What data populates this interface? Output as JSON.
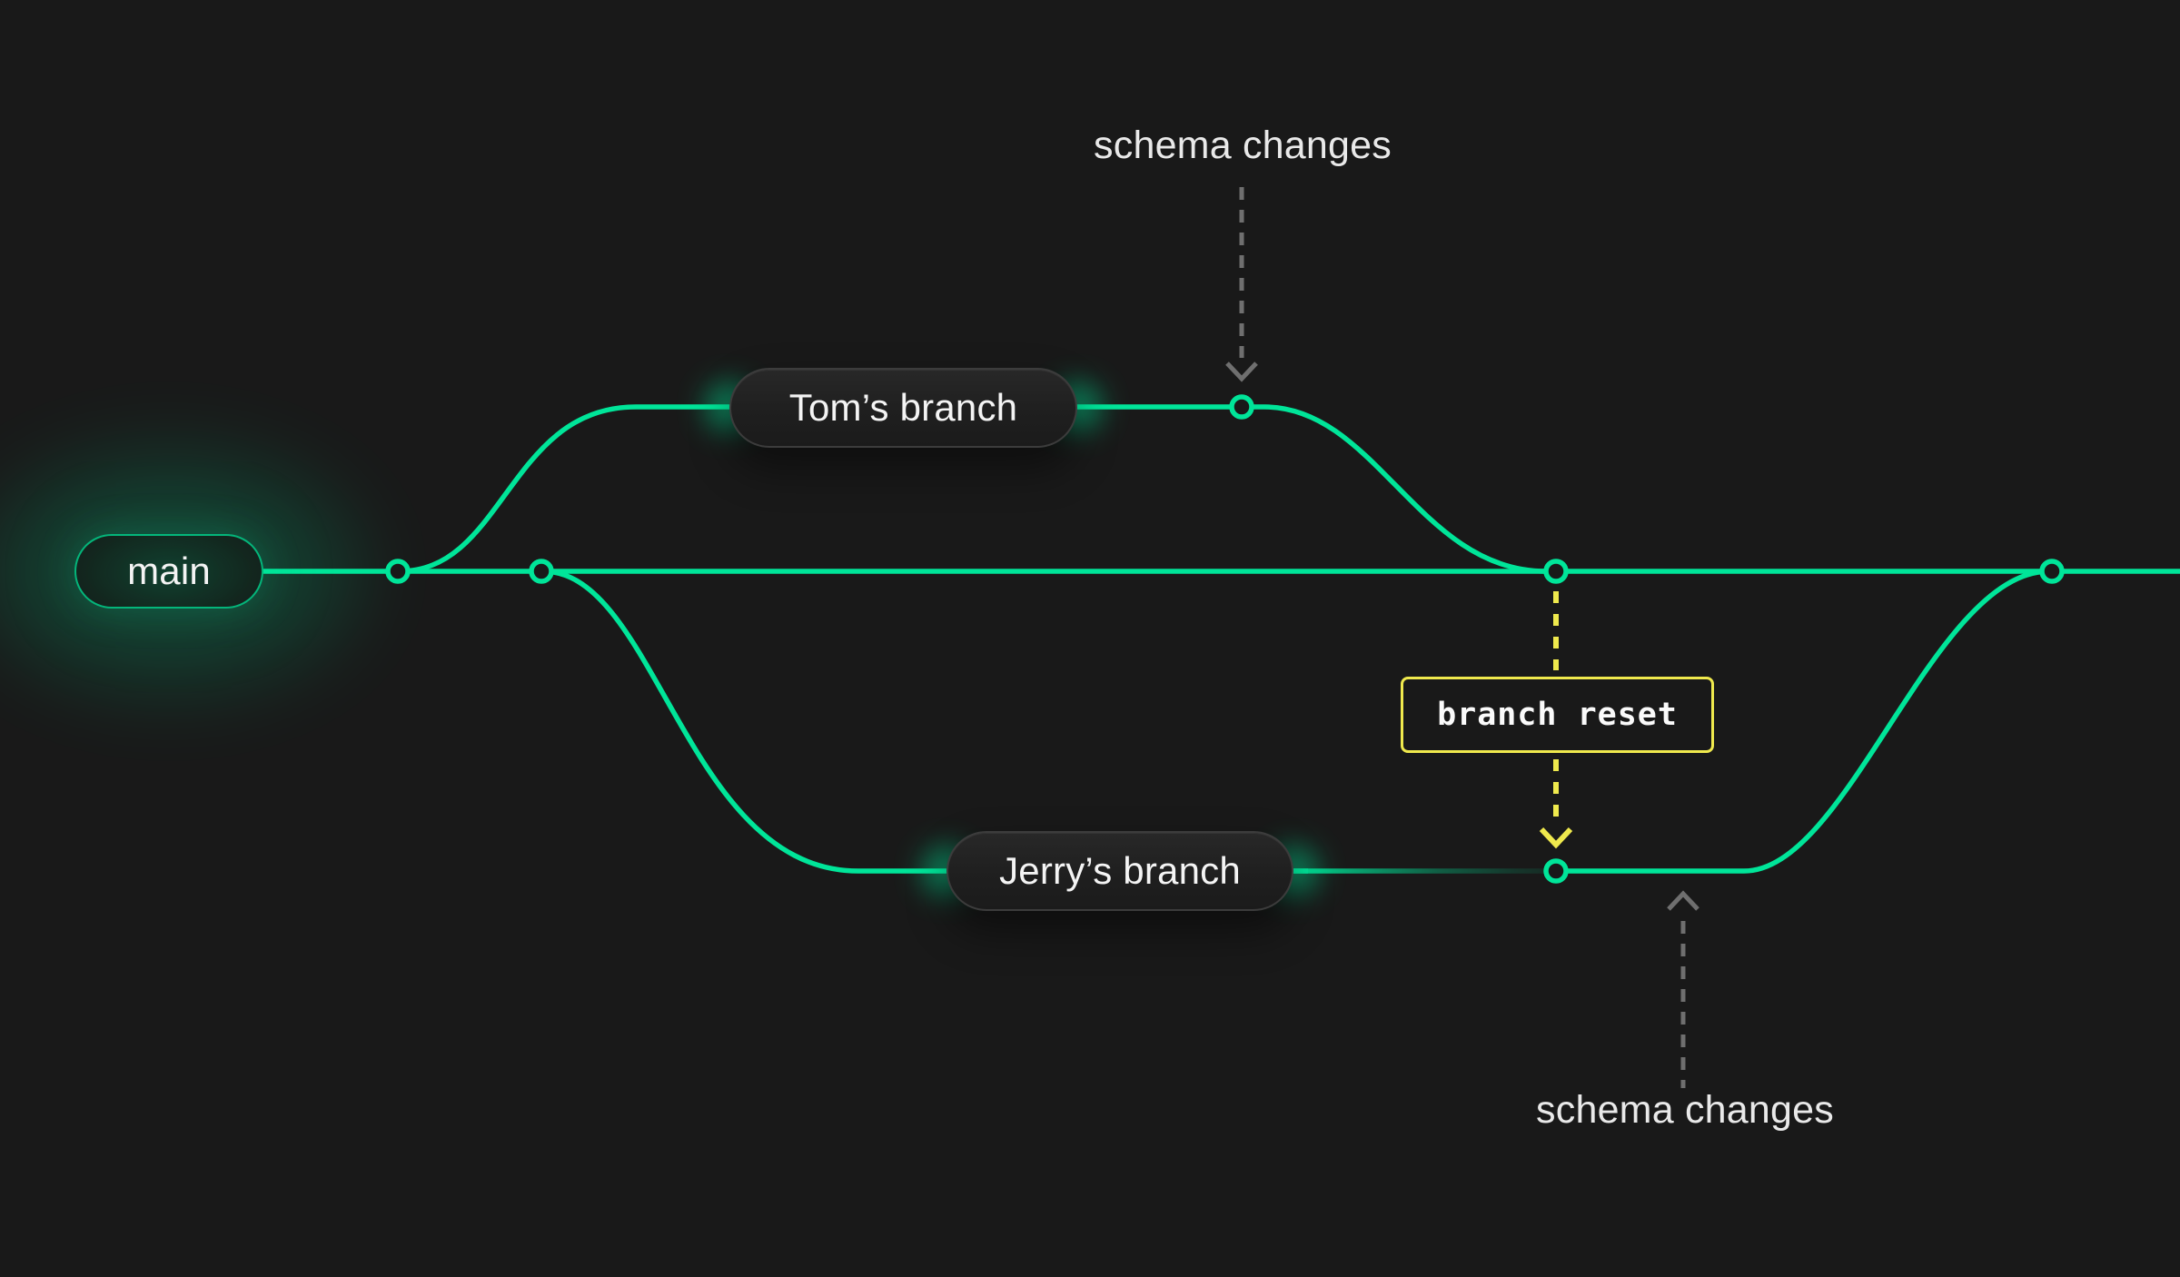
{
  "branches": {
    "main": {
      "label": "main"
    },
    "tom": {
      "label": "Tom’s branch"
    },
    "jerry": {
      "label": "Jerry’s branch"
    }
  },
  "annotations": {
    "schema_changes_top": {
      "text": "schema changes"
    },
    "schema_changes_bottom": {
      "text": "schema changes"
    },
    "branch_reset": {
      "label": "branch reset"
    }
  },
  "icons": {
    "top_arrow": "dashed-arrow-down",
    "bottom_arrow": "dashed-arrow-up",
    "reset_arrow": "dashed-arrow-down"
  },
  "colors": {
    "background": "#191919",
    "green": "#00e599",
    "yellow": "#efe94d",
    "arrow_gray": "#6f6f6f",
    "text_light": "#e9e9e9",
    "pill_fill": "#212121",
    "pill_border": "#3c3c3c",
    "node_fill": "#191919"
  }
}
